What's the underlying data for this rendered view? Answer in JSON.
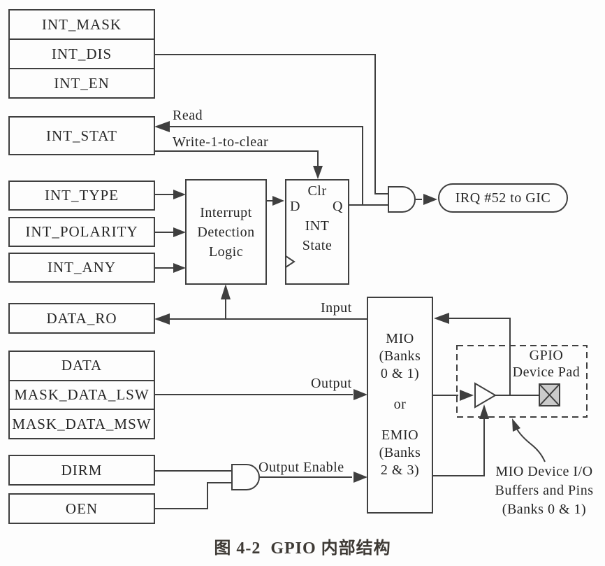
{
  "diagram": {
    "registers": {
      "int_group": {
        "rows": [
          "INT_MASK",
          "INT_DIS",
          "INT_EN"
        ]
      },
      "int_stat": {
        "label": "INT_STAT"
      },
      "int_type": {
        "label": "INT_TYPE"
      },
      "int_polarity": {
        "label": "INT_POLARITY"
      },
      "int_any": {
        "label": "INT_ANY"
      },
      "data_ro": {
        "label": "DATA_RO"
      },
      "data_group": {
        "rows": [
          "DATA",
          "MASK_DATA_LSW",
          "MASK_DATA_MSW"
        ]
      },
      "dirm": {
        "label": "DIRM"
      },
      "oen": {
        "label": "OEN"
      }
    },
    "blocks": {
      "interrupt_detection": {
        "lines": [
          "Interrupt",
          "Detection",
          "Logic"
        ]
      },
      "int_state_ff": {
        "clr": "Clr",
        "d": "D",
        "q": "Q",
        "lines": [
          "INT",
          "State"
        ]
      },
      "mio_mux": {
        "lines": [
          "MIO",
          "(Banks",
          "0 & 1)",
          "or",
          "EMIO",
          "(Banks",
          "2 & 3)"
        ]
      },
      "irq_output": {
        "label": "IRQ #52 to GIC"
      },
      "gpio_pad": {
        "lines": [
          "GPIO",
          "Device Pad"
        ]
      }
    },
    "wire_labels": {
      "read": "Read",
      "write_clear": "Write-1-to-clear",
      "input": "Input",
      "output": "Output",
      "output_enable": "Output Enable"
    },
    "annotation": {
      "lines": [
        "MIO Device I/O",
        "Buffers and Pins",
        "(Banks 0 & 1)"
      ]
    }
  },
  "caption": "图 4-2  GPIO 内部结构",
  "colors": {
    "line": "#3f3f3f",
    "text": "#262626",
    "pad_fill": "#cbcbcb",
    "background": "#fdfdfd"
  }
}
